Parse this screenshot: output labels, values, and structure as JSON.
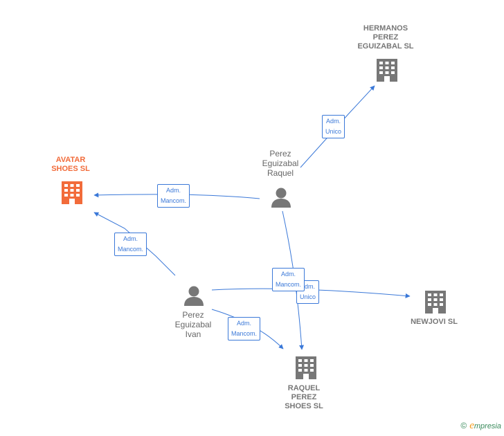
{
  "nodes": {
    "avatar": {
      "label": "AVATAR\nSHOES  SL",
      "type": "company",
      "color": "#f26b3a"
    },
    "hermanos": {
      "label": "HERMANOS\nPEREZ\nEGUIZABAL SL",
      "type": "company",
      "color": "#777777"
    },
    "newjovi": {
      "label": "NEWJOVI SL",
      "type": "company",
      "color": "#777777"
    },
    "raquel_shoes": {
      "label": "RAQUEL\nPEREZ\nSHOES  SL",
      "type": "company",
      "color": "#777777"
    },
    "raquel": {
      "label": "Perez\nEguizabal\nRaquel",
      "type": "person",
      "color": "#777777"
    },
    "ivan": {
      "label": "Perez\nEguizabal\nIvan",
      "type": "person",
      "color": "#777777"
    }
  },
  "edges": [
    {
      "from": "raquel",
      "to": "avatar",
      "label": "Adm.\nMancom."
    },
    {
      "from": "raquel",
      "to": "hermanos",
      "label": "Adm.\nUnico"
    },
    {
      "from": "raquel",
      "to": "raquel_shoes",
      "label": "Adm.\nMancom."
    },
    {
      "from": "ivan",
      "to": "avatar",
      "label": "Adm.\nMancom."
    },
    {
      "from": "ivan",
      "to": "newjovi",
      "label": "Adm.\nUnico"
    },
    {
      "from": "ivan",
      "to": "raquel_shoes",
      "label": "Adm.\nMancom."
    }
  ],
  "footer": {
    "copyright": "©",
    "brand_initial": "e",
    "brand_rest": "mpresia"
  },
  "colors": {
    "edge": "#3a78d8",
    "icon_gray": "#777777",
    "highlight": "#f26b3a"
  }
}
